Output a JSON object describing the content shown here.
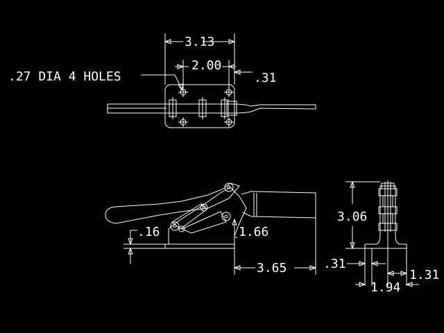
{
  "top_view": {
    "hole_note": ".27 DIA 4 HOLES",
    "overall_width": "3.13",
    "hole_spacing": "2.00",
    "edge_offset": ".31"
  },
  "side_view": {
    "base_offset": ".16",
    "pivot_height": "1.66",
    "reach": "3.65"
  },
  "end_view": {
    "height": "3.06",
    "left_offset": ".31",
    "right_offset": "1.31",
    "base_width": "1.94"
  }
}
